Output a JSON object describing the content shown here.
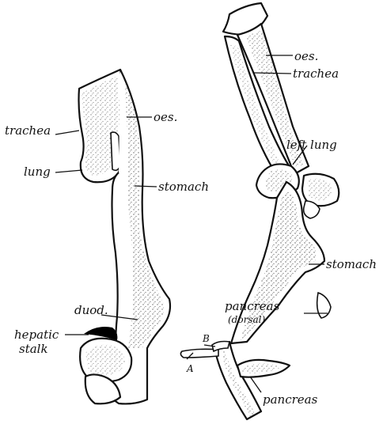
{
  "left_figure": {
    "labels": {
      "trachea": "trachea",
      "oes": "oes.",
      "lung": "lung",
      "stomach": "stomach",
      "duod": "duod.",
      "hepatic_line1": "hepatic",
      "hepatic_line2": "stalk"
    }
  },
  "right_figure": {
    "labels": {
      "oes": "oes.",
      "trachea": "trachea",
      "left_lung": "left lung",
      "stomach": "stomach",
      "pancreas_dorsal_line1": "pancreas",
      "pancreas_dorsal_line2": "(dorsal)",
      "b": "B",
      "a": "A",
      "pancreas": "pancreas"
    }
  }
}
